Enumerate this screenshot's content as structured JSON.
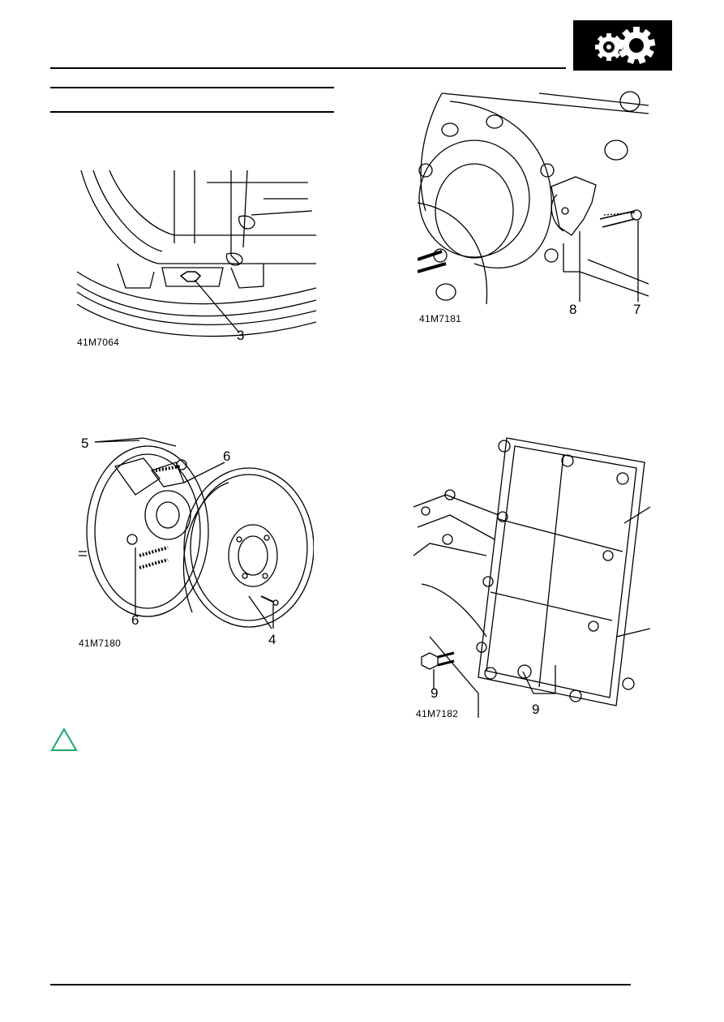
{
  "header": {
    "section_icon": "gears-icon",
    "badge_color": "#000000"
  },
  "figures": [
    {
      "id": "41M7064",
      "callouts": [
        "3"
      ]
    },
    {
      "id": "41M7181",
      "callouts": [
        "8",
        "7"
      ]
    },
    {
      "id": "41M7180",
      "callouts": [
        "5",
        "6",
        "6",
        "4"
      ]
    },
    {
      "id": "41M7182",
      "callouts": [
        "9",
        "9"
      ]
    }
  ],
  "caution": {
    "icon": "caution-triangle-icon",
    "color": "#1aa86b"
  }
}
